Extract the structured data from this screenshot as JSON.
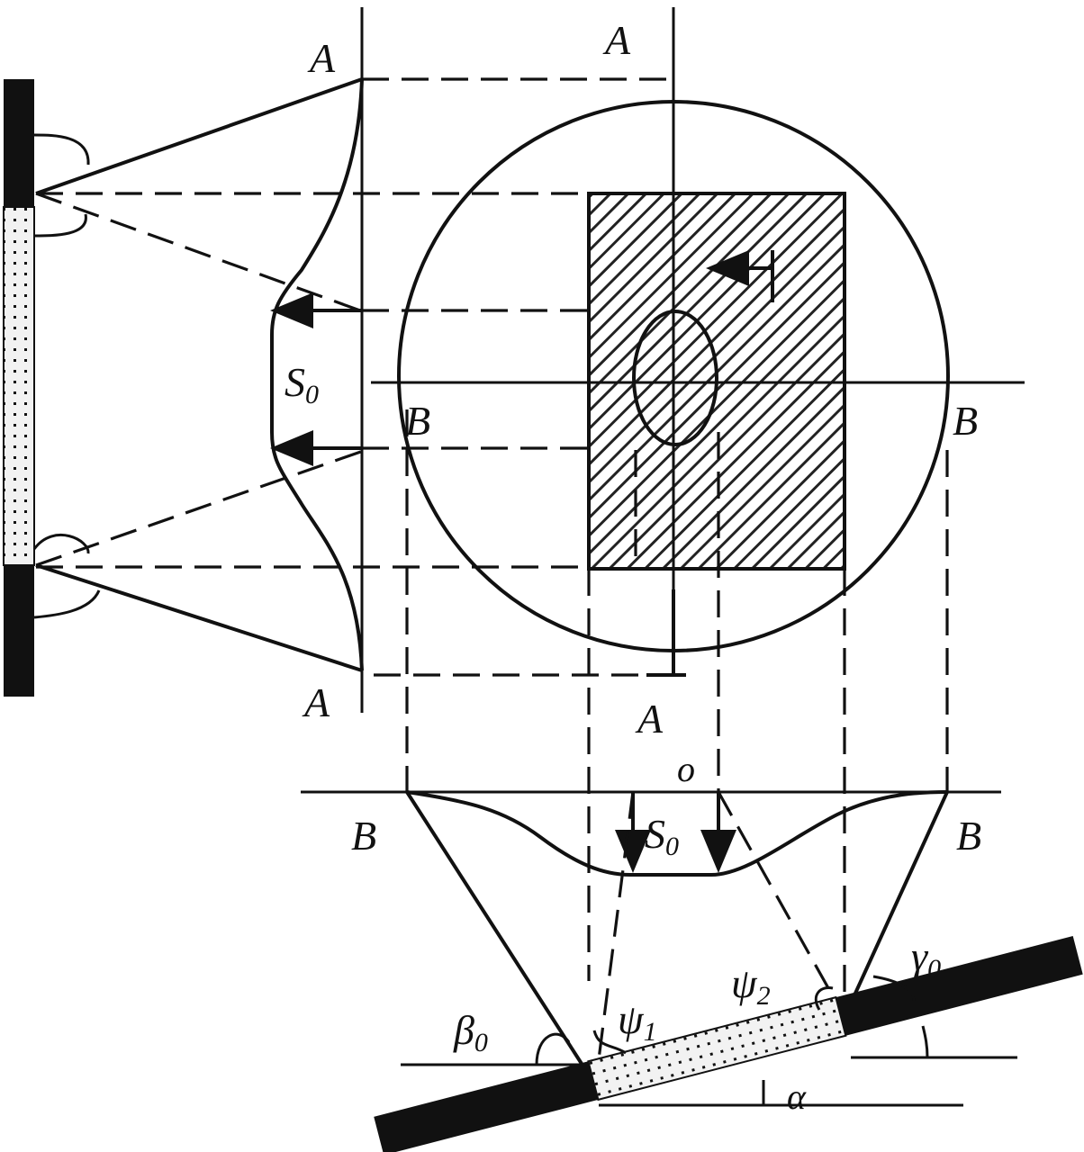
{
  "labels": {
    "A_top_left": "A",
    "A_top_right": "A",
    "A_bottom_left": "A",
    "A_bottom_right": "A",
    "B_mid_left": "B",
    "B_mid_right": "B",
    "B_low_left": "B",
    "B_low_right": "B",
    "S_left": "S",
    "S_left_sub": "0",
    "S_low": "S",
    "S_low_sub": "0",
    "O": "o",
    "beta": "β",
    "beta_sub": "0",
    "psi1": "ψ",
    "psi1_sub": "1",
    "psi2": "ψ",
    "psi2_sub": "2",
    "gamma": "γ",
    "gamma_sub": "0",
    "alpha": "α"
  },
  "colors": {
    "ink": "#111111",
    "hatch": "#222222",
    "dots": "#8a8a8a",
    "background": "#ffffff"
  }
}
